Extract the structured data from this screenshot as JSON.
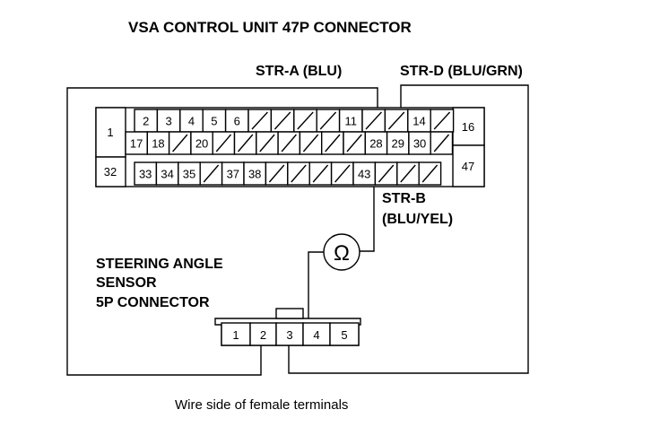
{
  "title": "VSA CONTROL UNIT 47P CONNECTOR",
  "wires": {
    "str_a": "STR-A (BLU)",
    "str_d": "STR-D (BLU/GRN)",
    "str_b_line1": "STR-B",
    "str_b_line2": "(BLU/YEL)"
  },
  "sensor_label": [
    "STEERING ANGLE",
    "SENSOR",
    "5P CONNECTOR"
  ],
  "meter_symbol": "Ω",
  "caption": "Wire side of female terminals",
  "connector_47p": {
    "end_pins": [
      "1",
      "32",
      "16",
      "47"
    ],
    "row1": [
      "2",
      "3",
      "4",
      "5",
      "6",
      "",
      "",
      "",
      "",
      "11",
      "",
      "",
      "14",
      ""
    ],
    "row2": [
      "17",
      "18",
      "",
      "20",
      "",
      "",
      "",
      "",
      "",
      "",
      "",
      "28",
      "29",
      "30",
      ""
    ],
    "row3": [
      "33",
      "34",
      "35",
      "",
      "37",
      "38",
      "",
      "",
      "",
      "",
      "43",
      "",
      "",
      ""
    ]
  },
  "connector_5p": [
    "1",
    "2",
    "3",
    "4",
    "5"
  ]
}
